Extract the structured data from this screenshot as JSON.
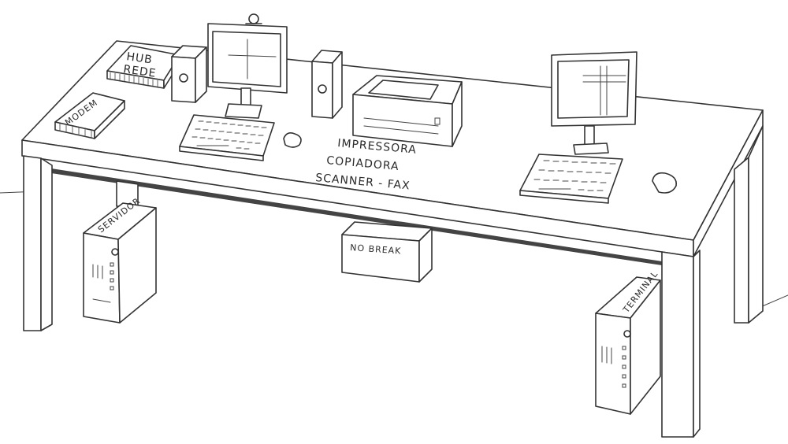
{
  "labels": {
    "hub": "HUB",
    "rede": "REDE",
    "modem": "MODEM",
    "printer_line1": "IMPRESSORA",
    "printer_line2": "COPIADORA",
    "printer_line3": "SCANNER - FAX",
    "no_break": "NO BREAK",
    "servidor": "SERVIDOR",
    "terminal": "TERMINAL"
  },
  "colors": {
    "ink": "#333333",
    "paper": "#ffffff"
  }
}
